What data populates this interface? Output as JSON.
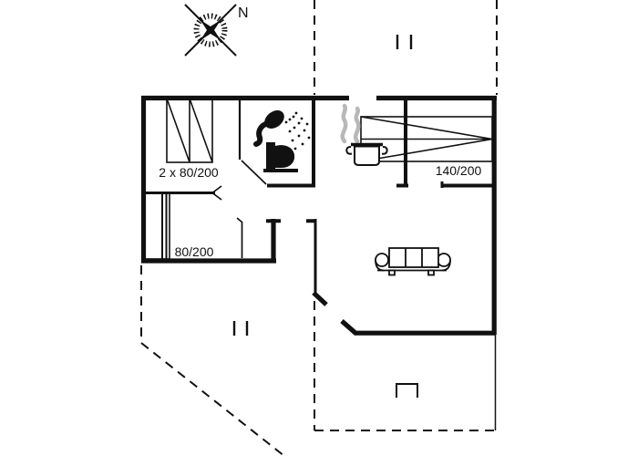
{
  "plan": {
    "compass": {
      "north_label": "N"
    },
    "rooms": {
      "bedroom_two_singles": {
        "bed_label": "2 x 80/200"
      },
      "bedroom_double": {
        "bed_label": "140/200"
      },
      "bedroom_single": {
        "bed_label": "80/200"
      }
    },
    "icons": [
      "compass-rose-icon",
      "shower-icon",
      "toilet-icon",
      "stove-pot-icon",
      "steam-icon",
      "bed-double-pair-icon",
      "bed-main-icon",
      "bed-single-icon",
      "sofa-icon",
      "window-mark-icon",
      "terrace-post-icon"
    ],
    "colors": {
      "line": "#111111",
      "steam": "#b8b8b8",
      "background": "#ffffff"
    }
  }
}
